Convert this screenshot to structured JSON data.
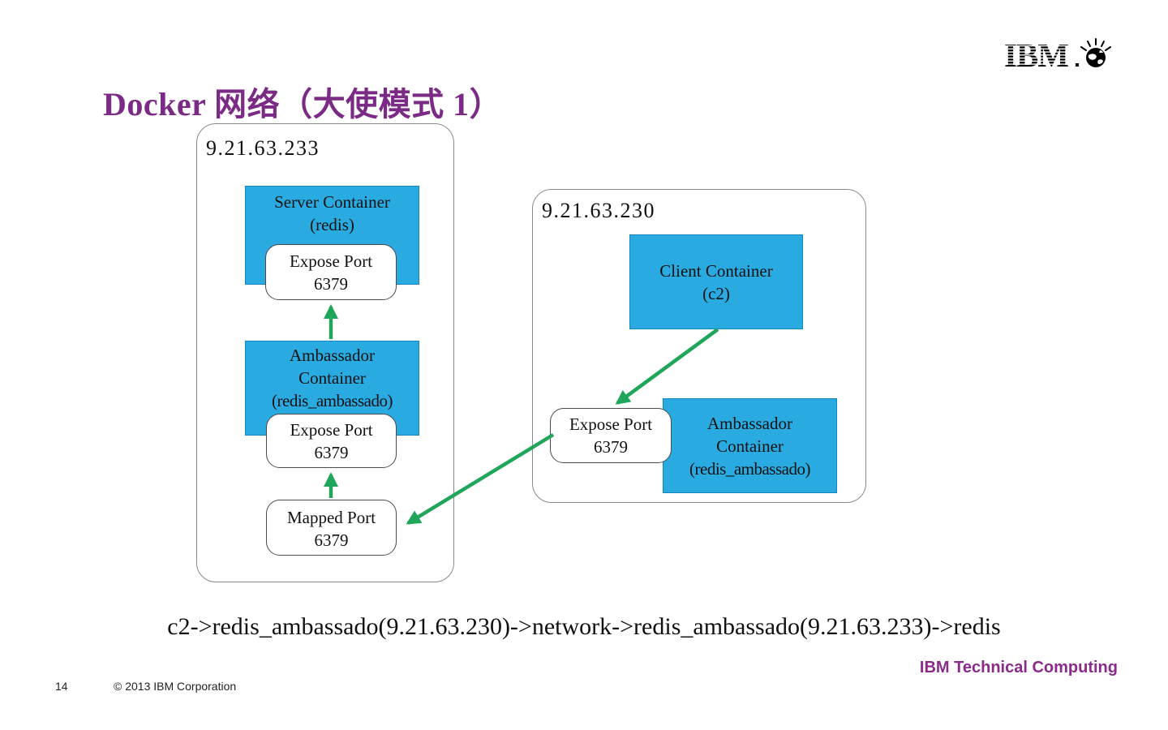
{
  "slide": {
    "title": "Docker 网络（大使模式 1）",
    "flow_text": "c2->redis_ambassado(9.21.63.230)->network->redis_ambassado(9.21.63.233)->redis",
    "page_number": "14",
    "copyright": "© 2013 IBM Corporation",
    "footer_brand": "IBM Technical Computing",
    "logo_text": "IBM"
  },
  "colors": {
    "title_purple": "#7B2A85",
    "brand_purple": "#8A2A8B",
    "container_cyan": "#29ABE2",
    "arrow_green": "#1FA65B",
    "host_border_gray": "#8a8a8a"
  },
  "left_host": {
    "ip": "9.21.63.233",
    "server": {
      "line1": "Server Container",
      "line2": "(redis)"
    },
    "expose_top": {
      "line1": "Expose Port",
      "line2": "6379"
    },
    "ambassador": {
      "line1": "Ambassador",
      "line2": "Container",
      "line3": "(redis_ambassado)"
    },
    "expose_mid": {
      "line1": "Expose Port",
      "line2": "6379"
    },
    "mapped": {
      "line1": "Mapped Port",
      "line2": "6379"
    }
  },
  "right_host": {
    "ip": "9.21.63.230",
    "client": {
      "line1": "Client Container",
      "line2": "(c2)"
    },
    "expose": {
      "line1": "Expose Port",
      "line2": "6379"
    },
    "ambassador": {
      "line1": "Ambassador",
      "line2": "Container",
      "line3": "(redis_ambassado)"
    }
  }
}
